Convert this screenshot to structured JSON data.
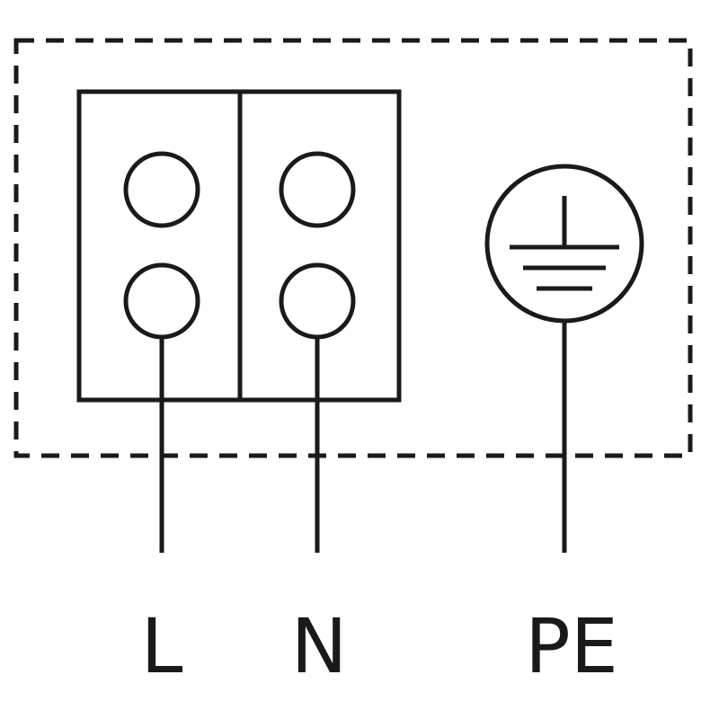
{
  "terminals": [
    {
      "label": "L"
    },
    {
      "label": "N"
    },
    {
      "label": "PE"
    }
  ],
  "colors": {
    "line": "#1a1a1a",
    "background": "#ffffff"
  },
  "icons": {
    "earth": "protective-earth-icon"
  }
}
